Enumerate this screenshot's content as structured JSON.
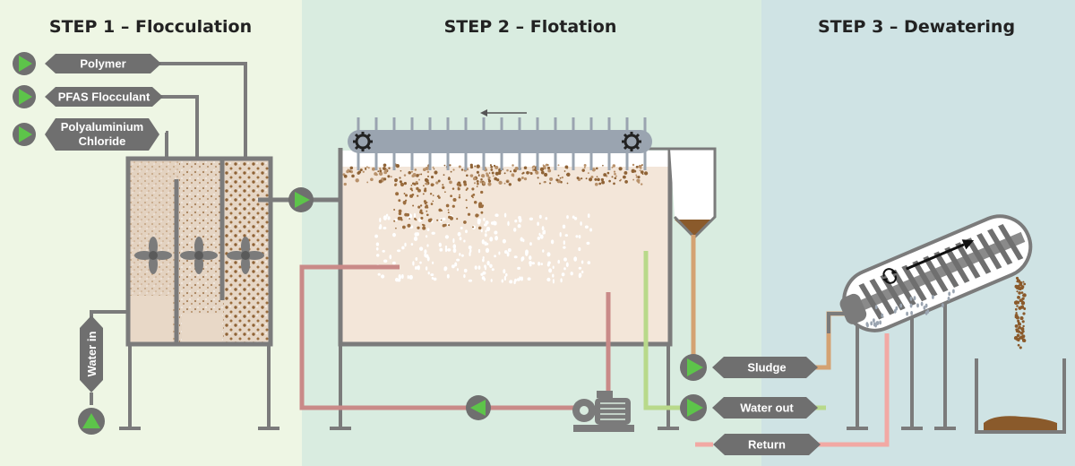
{
  "steps": [
    {
      "title": "STEP 1 – Flocculation",
      "bg": "#eef6e4"
    },
    {
      "title": "STEP 2 – Flotation",
      "bg": "#d9ece0"
    },
    {
      "title": "STEP 3 – Dewatering",
      "bg": "#cfe3e4"
    }
  ],
  "chemicals": [
    {
      "label": "Polymer"
    },
    {
      "label": "PFAS Flocculant"
    },
    {
      "label_line1": "Polyaluminium",
      "label_line2": "Chloride"
    }
  ],
  "water_in": "Water in",
  "outputs": {
    "sludge": "Sludge",
    "water_out": "Water out",
    "return": "Return"
  },
  "colors": {
    "pipe_gray": "#7b7b7b",
    "tag_gray": "#6f6f6f",
    "pump_green": "#5dc44a",
    "recycle_pipe": "#c98a88",
    "sludge_pipe": "#d4a272",
    "water_out_pipe": "#b8d98a",
    "return_pipe": "#f2a9a4",
    "tank_fill": "#f3e6d9"
  },
  "icons": [
    "pump-icon",
    "mixer-icon",
    "gear-icon",
    "recycle-arrows-icon",
    "centrifugal-pump-icon"
  ]
}
